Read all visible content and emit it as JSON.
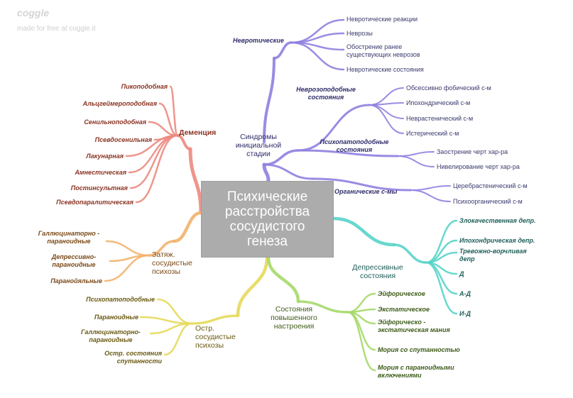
{
  "brand": {
    "name": "coggle",
    "subtitle": "made for free at coggle.it"
  },
  "center": {
    "label": "Психические\nрасстройства\nсосудистого\nгенеза"
  },
  "colors": {
    "purple": "#8f7fe0",
    "red": "#ec8a80",
    "orange": "#f2b36c",
    "yellow": "#e6d95a",
    "teal": "#58d4c8",
    "green": "#a6d96a"
  },
  "branches": {
    "initial": {
      "label": "Синдромы\nинициальной\nстадии",
      "groups": {
        "neurotic": {
          "label": "Невротические",
          "items": [
            "Невротические реакции",
            "Неврозы",
            "Обострение ранее\nсуществующих неврозов",
            "Невротические состояния"
          ]
        },
        "neurosis_like": {
          "label": "Неврозоподобные\nсостояния",
          "items": [
            "Обсессивно фобический с-м",
            "Ипохондрический с-м",
            "Неврастенический с-м",
            "Истерический с-м"
          ]
        },
        "psychopath_like": {
          "label": "Психопатоподобные\nсостояния",
          "items": [
            "Заострение черт хар-ра",
            "Нивелирование черт хар-ра"
          ]
        },
        "organic": {
          "label": "Органические с-мы",
          "items": [
            "Церебрастенический с-м",
            "Психоорганический с-м"
          ]
        }
      }
    },
    "dementia": {
      "label": "Деменция",
      "items": [
        "Пикоподобная",
        "Альцгеймероподобная",
        "Сенильноподобная",
        "Псевдосенильная",
        "Лакунарная",
        "Амнестическая",
        "Постинсультная",
        "Псевдопаралитическая"
      ]
    },
    "protracted": {
      "label": "Затяж.\nсосудистые\nпсихозы",
      "items": [
        "Галлюцинаторно -\nпараноидные",
        "Депрессивно-\nпараноидные",
        "Паранойяльные"
      ]
    },
    "acute": {
      "label": "Остр.\nсосудистые\nпсихозы",
      "items": [
        "Психопатоподобные",
        "Параноидные",
        "Галлюцинаторно-\nпараноидные",
        "Остр. состояния\nспутанности"
      ]
    },
    "depressive": {
      "label": "Депрессивные\nсостояния",
      "items": [
        "Злокачественная депр.",
        "Ипохондрическая депр.",
        "Тревожно-ворчливая\nдепр",
        "Д",
        "А-Д",
        "И-Д"
      ]
    },
    "elevated": {
      "label": "Состояния\nповышенного\nнастроения",
      "items": [
        "Эйфорическое",
        "Экстатическое",
        "Эйфорическо -\nэкстатическая мания",
        "Мория со спутанностью",
        "Мория с параноидными\nвключениями"
      ]
    }
  }
}
